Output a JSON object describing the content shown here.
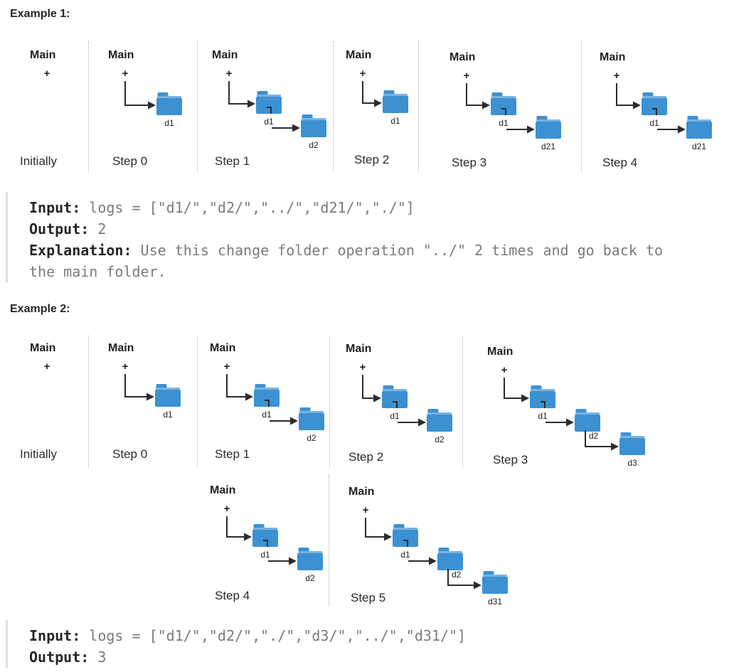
{
  "colors": {
    "folder_blue": "#3B91D2",
    "folder_stripe": "#7CB2DF",
    "arrow_ink": "#2B2B2B",
    "muted_text": "#7B7B7B",
    "quote_border": "#DCDCDC"
  },
  "example1": {
    "heading": "Example 1:",
    "root": "Main",
    "plus": "+",
    "panels": [
      {
        "step": "Initially",
        "folders": []
      },
      {
        "step": "Step 0",
        "folders": [
          "d1"
        ]
      },
      {
        "step": "Step 1",
        "folders": [
          "d1",
          "d2"
        ]
      },
      {
        "step": "Step 2",
        "folders": [
          "d1"
        ]
      },
      {
        "step": "Step 3",
        "folders": [
          "d1",
          "d21"
        ]
      },
      {
        "step": "Step 4",
        "folders": [
          "d1",
          "d21"
        ]
      }
    ],
    "io": {
      "input_label": "Input:",
      "input_value": " logs = [\"d1/\",\"d2/\",\"../\",\"d21/\",\"./\"]",
      "output_label": "Output:",
      "output_value": " 2",
      "explanation_label": "Explanation:",
      "explanation_value": " Use this change folder operation \"../\" 2 times and go back to the main folder."
    }
  },
  "example2": {
    "heading": "Example 2:",
    "root": "Main",
    "plus": "+",
    "panels": [
      {
        "step": "Initially",
        "folders": []
      },
      {
        "step": "Step 0",
        "folders": [
          "d1"
        ]
      },
      {
        "step": "Step 1",
        "folders": [
          "d1",
          "d2"
        ]
      },
      {
        "step": "Step 2",
        "folders": [
          "d1",
          "d2"
        ]
      },
      {
        "step": "Step 3",
        "folders": [
          "d1",
          "d2",
          "d3"
        ]
      },
      {
        "step": "Step 4",
        "folders": [
          "d1",
          "d2"
        ]
      },
      {
        "step": "Step 5",
        "folders": [
          "d1",
          "d2",
          "d31"
        ]
      }
    ],
    "io": {
      "input_label": "Input:",
      "input_value": " logs = [\"d1/\",\"d2/\",\"./\",\"d3/\",\"../\",\"d31/\"]",
      "output_label": "Output:",
      "output_value": " 3"
    }
  }
}
